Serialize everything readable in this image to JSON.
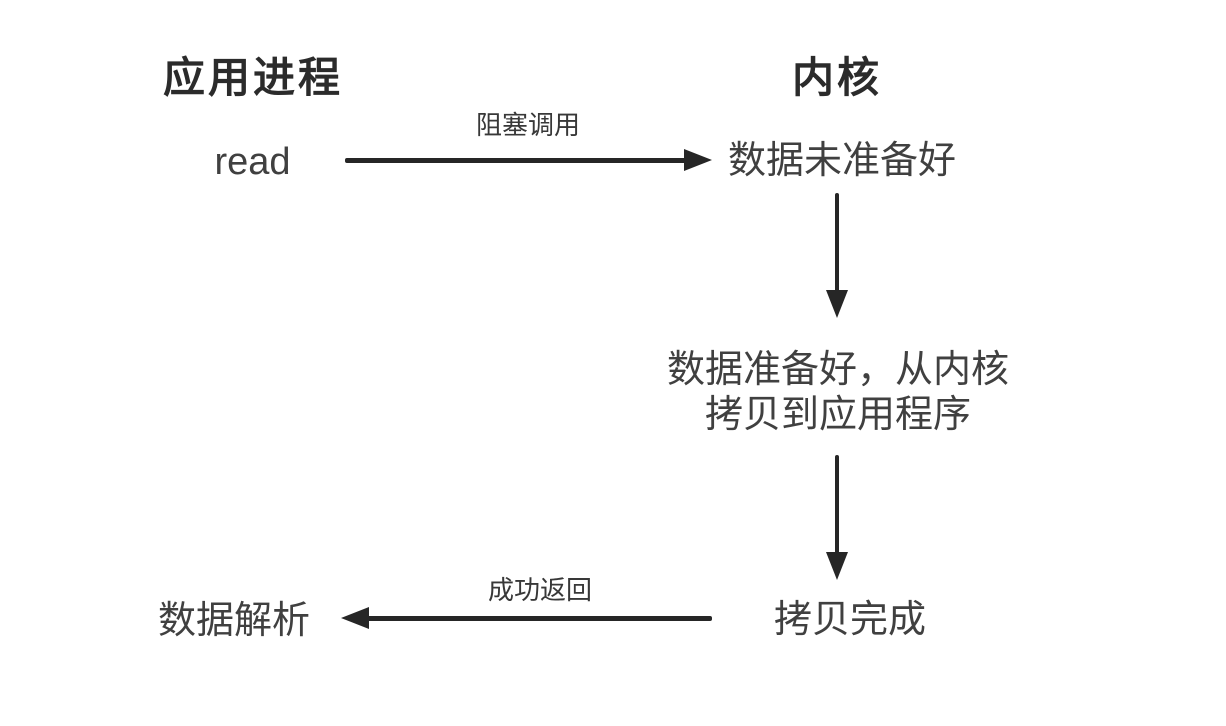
{
  "diagram": {
    "title_left": "应用进程",
    "title_right": "内核",
    "nodes": {
      "read": "read",
      "data_not_ready": "数据未准备好",
      "data_ready_line1": "数据准备好，从内核",
      "data_ready_line2": "拷贝到应用程序",
      "copy_done": "拷贝完成",
      "data_parse": "数据解析"
    },
    "edges": {
      "blocking_call": "阻塞调用",
      "success_return": "成功返回"
    },
    "colors": {
      "text": "#404040",
      "title": "#2b2b2b",
      "arrow": "#262626",
      "background": "#ffffff"
    }
  }
}
